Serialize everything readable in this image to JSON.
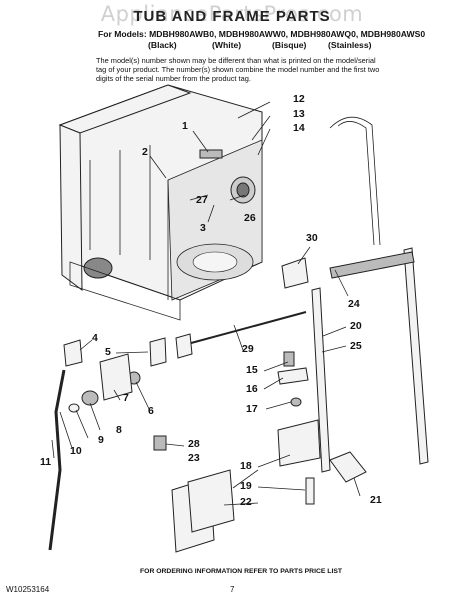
{
  "watermark": "AppliancePartsPros.com",
  "title": "TUB AND FRAME PARTS",
  "models_line": "For Models: MDBH980AWB0, MDBH980AWW0, MDBH980AWQ0, MDBH980AWS0",
  "colors": [
    "(Black)",
    "(White)",
    "(Bisque)",
    "(Stainless)"
  ],
  "note": "The model(s) number shown may be different than what is printed on the model/serial tag of your product. The number(s) shown combine the model number and the first two digits of the serial number from the product tag.",
  "callouts": [
    "1",
    "2",
    "3",
    "4",
    "5",
    "6",
    "7",
    "8",
    "9",
    "10",
    "11",
    "12",
    "13",
    "14",
    "15",
    "16",
    "17",
    "18",
    "19",
    "20",
    "21",
    "22",
    "23",
    "24",
    "25",
    "26",
    "27",
    "28",
    "29",
    "30"
  ],
  "footer": {
    "left": "W10253164",
    "center": "7",
    "right": "FOR ORDERING INFORMATION REFER TO PARTS PRICE LIST"
  }
}
